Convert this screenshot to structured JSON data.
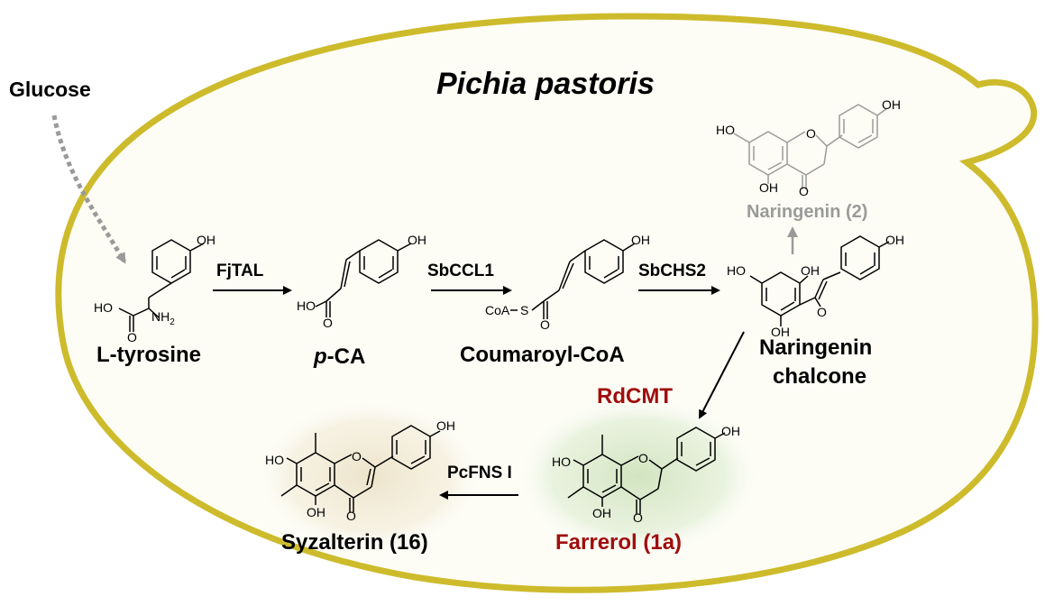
{
  "title": "Pichia pastoris",
  "input": "Glucose",
  "compounds": {
    "tyrosine": "L-tyrosine",
    "pca_prefix": "p",
    "pca_suffix": "-CA",
    "coumaroyl": "Coumaroyl-CoA",
    "chalcone_line1": "Naringenin",
    "chalcone_line2": "chalcone",
    "naringenin": "Naringenin (2)",
    "farrerol": "Farrerol (1a)",
    "syzalterin": "Syzalterin (16)"
  },
  "enzymes": {
    "fjtal": "FjTAL",
    "sbccl1": "SbCCL1",
    "sbchs2": "SbCHS2",
    "rdcmt": "RdCMT",
    "pcfns": "PcFNS I"
  },
  "atoms": {
    "oh": "OH",
    "ho": "HO",
    "nh2": "NH",
    "nh2_sub": "2",
    "o": "O",
    "coa": "CoA",
    "s": "S"
  },
  "colors": {
    "cell_outline": "#cdbb2c",
    "cell_fill": "#fdfdf5",
    "highlight_red": "#a00d0d",
    "greyed": "#9a9a9a",
    "farrerol_glow": "#cfe3bd",
    "syzalterin_glow": "#ece2c8"
  }
}
